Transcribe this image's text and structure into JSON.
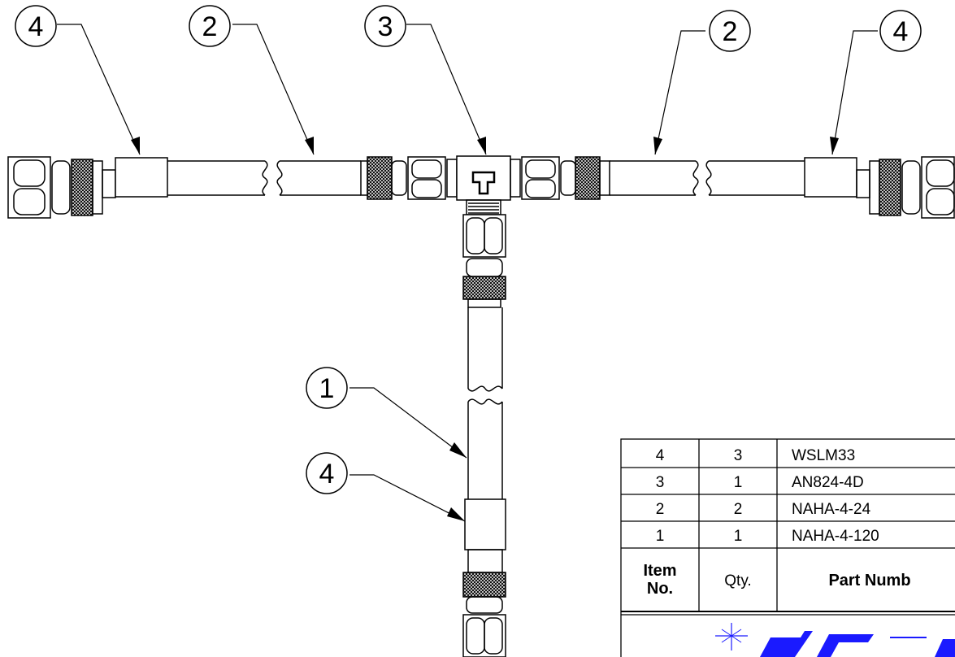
{
  "balloons": [
    {
      "id": "b1",
      "label": "4"
    },
    {
      "id": "b2",
      "label": "2"
    },
    {
      "id": "b3",
      "label": "3"
    },
    {
      "id": "b4",
      "label": "2"
    },
    {
      "id": "b5",
      "label": "4"
    },
    {
      "id": "b6",
      "label": "1"
    },
    {
      "id": "b7",
      "label": "4"
    }
  ],
  "bom": {
    "rows": [
      {
        "item": "4",
        "qty": "3",
        "part": "WSLM33"
      },
      {
        "item": "3",
        "qty": "1",
        "part": "AN824-4D"
      },
      {
        "item": "2",
        "qty": "2",
        "part": "NAHA-4-24"
      },
      {
        "item": "1",
        "qty": "1",
        "part": "NAHA-4-120"
      }
    ],
    "header": {
      "item_line1": "Item",
      "item_line2": "No.",
      "qty": "Qty.",
      "part": "Part Numb"
    }
  },
  "colors": {
    "line": "#000000",
    "logo": "#1a1aff"
  }
}
